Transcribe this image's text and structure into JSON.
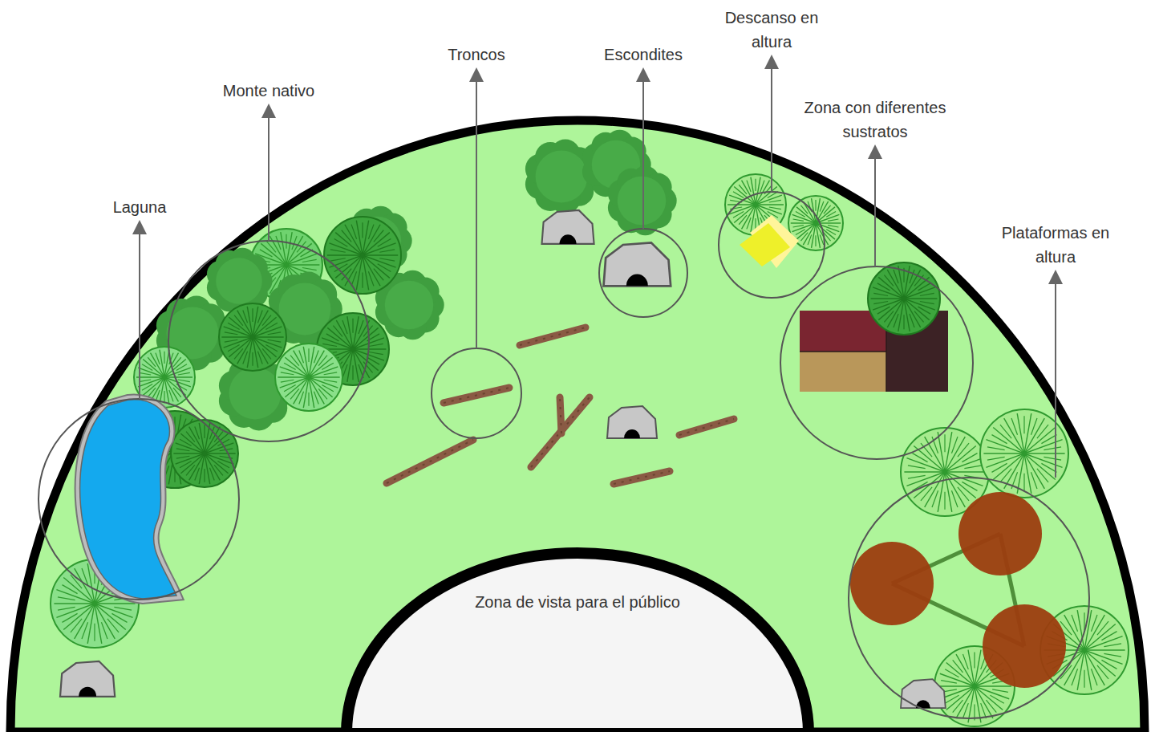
{
  "diagram": {
    "nodes": [
      {
        "text": [
          "Zona de vista para el público"
        ]
      }
    ],
    "labels": [
      "Laguna",
      "Monte nativo",
      "Troncos",
      "Escondites",
      "Descanso en altura",
      "Zona con diferentes sustratos",
      "Plataformas en altura"
    ]
  }
}
